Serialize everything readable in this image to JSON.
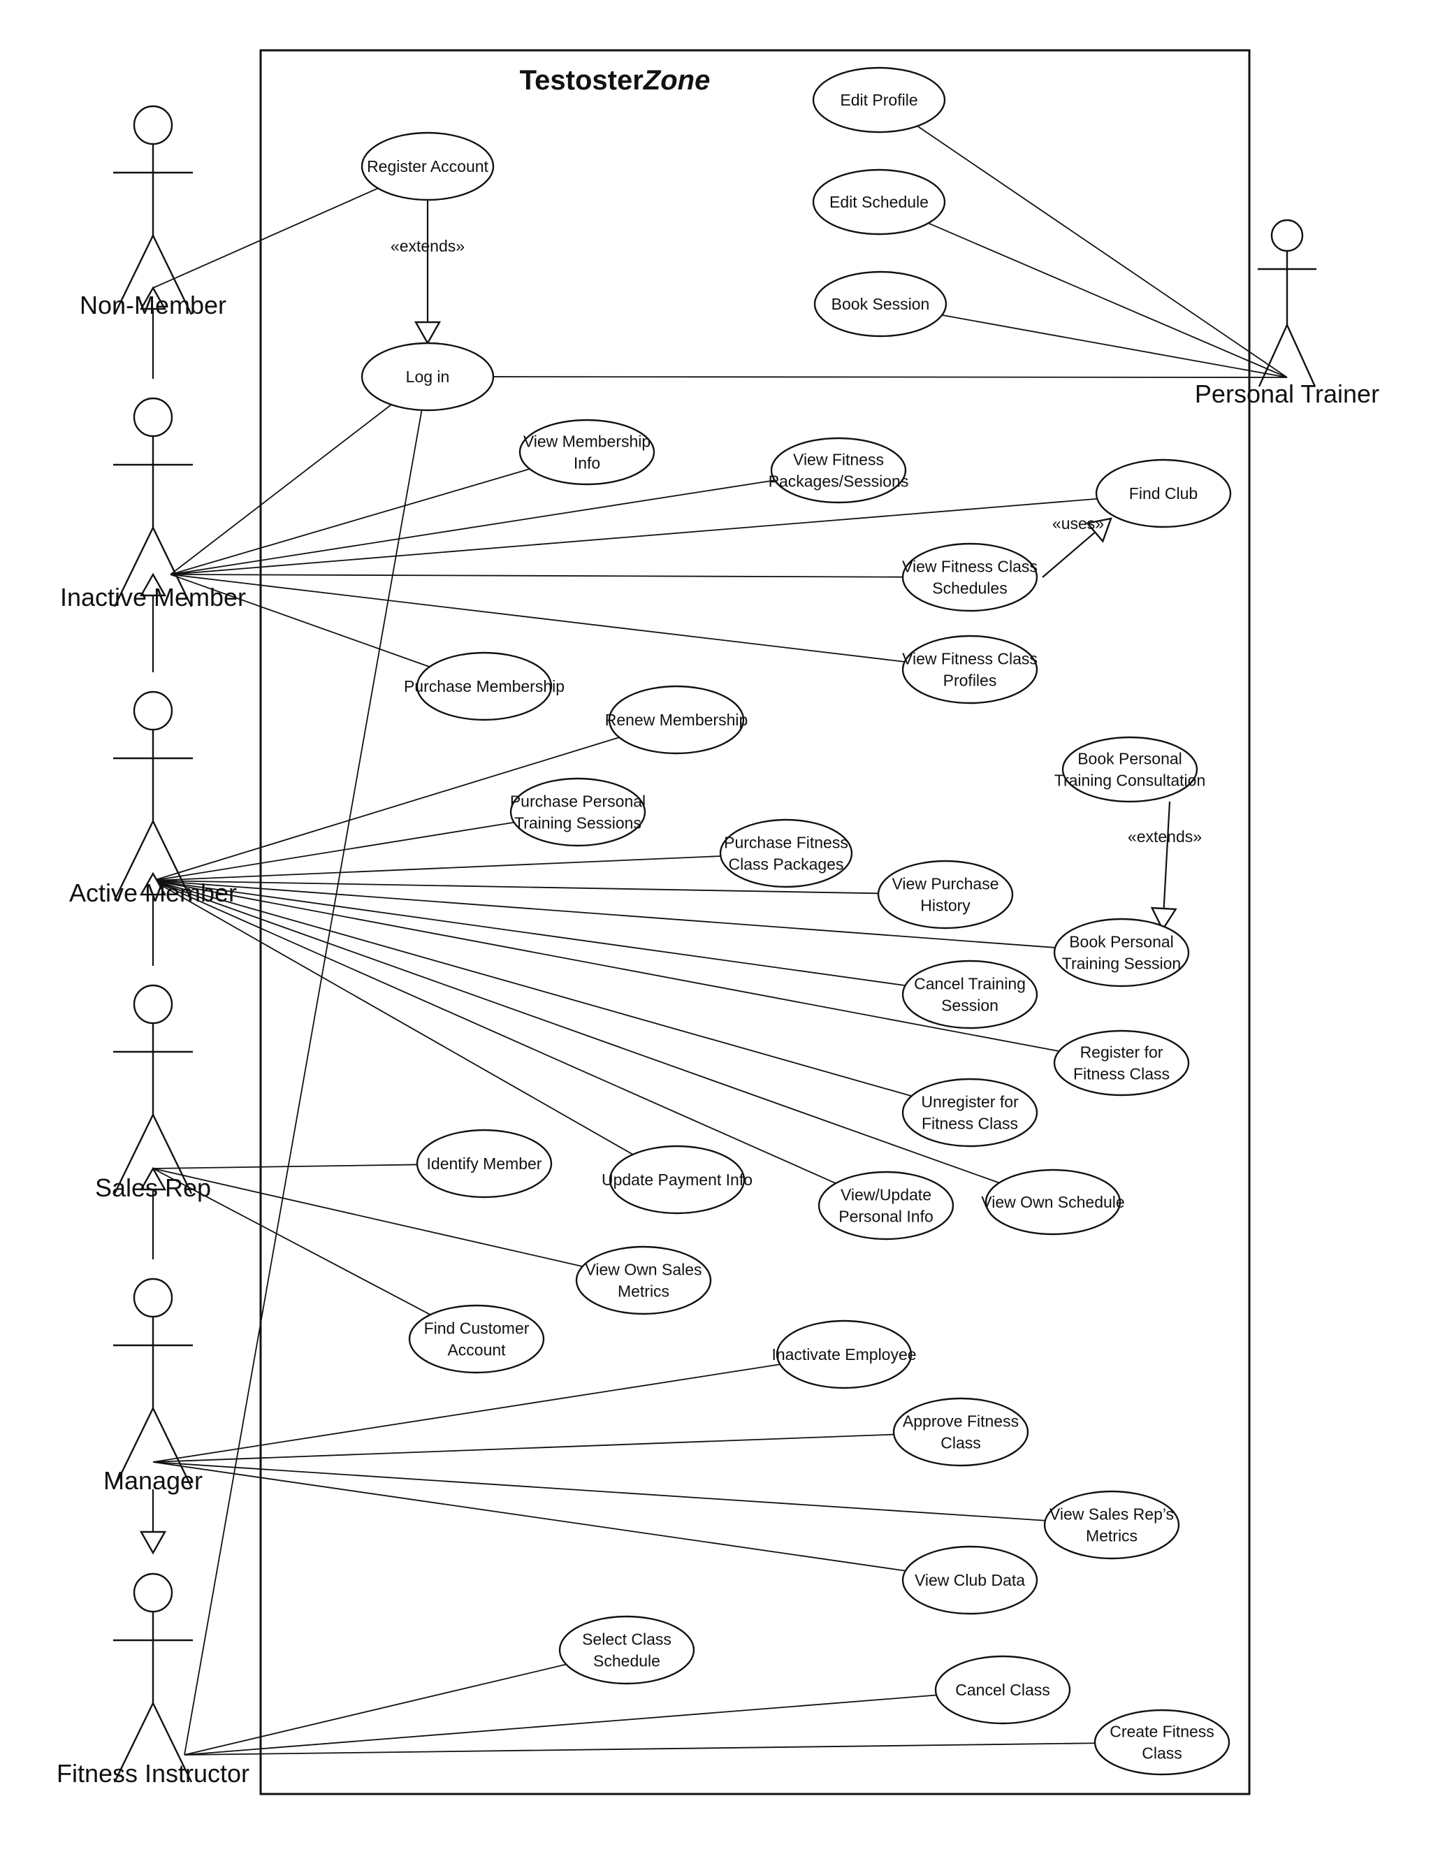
{
  "system": {
    "title_main": "Testoster",
    "title_italic": "Zone"
  },
  "actors": {
    "non_member": "Non-Member",
    "inactive_member": "Inactive Member",
    "active_member": "Active Member",
    "sales_rep": "Sales Rep",
    "manager": "Manager",
    "fitness_instructor": "Fitness Instructor",
    "personal_trainer": "Personal Trainer"
  },
  "stereotypes": {
    "extends": "«extends»",
    "uses": "«uses»"
  },
  "use_cases": {
    "edit_profile": [
      "Edit Profile"
    ],
    "edit_schedule": [
      "Edit Schedule"
    ],
    "book_session": [
      "Book Session"
    ],
    "register_account": [
      "Register Account"
    ],
    "log_in": [
      "Log in"
    ],
    "view_membership_info": [
      "View Membership",
      "Info"
    ],
    "view_fitness_packages": [
      "View Fitness",
      "Packages/Sessions"
    ],
    "find_club": [
      "Find Club"
    ],
    "view_class_schedules": [
      "View Fitness Class",
      "Schedules"
    ],
    "view_class_profiles": [
      "View Fitness Class",
      "Profiles"
    ],
    "purchase_membership": [
      "Purchase Membership"
    ],
    "renew_membership": [
      "Renew Membership"
    ],
    "purchase_pt_sessions": [
      "Purchase Personal",
      "Training Sessions"
    ],
    "purchase_class_packages": [
      "Purchase Fitness",
      "Class Packages"
    ],
    "view_purchase_history": [
      "View Purchase",
      "History"
    ],
    "book_pt_consultation": [
      "Book Personal",
      "Training Consultation"
    ],
    "book_pt_session": [
      "Book Personal",
      "Training Session"
    ],
    "cancel_training_session": [
      "Cancel Training",
      "Session"
    ],
    "register_fitness_class": [
      "Register for",
      "Fitness Class"
    ],
    "unregister_fitness_class": [
      "Unregister for",
      "Fitness Class"
    ],
    "identify_member": [
      "Identify Member"
    ],
    "update_payment_info": [
      "Update Payment Info"
    ],
    "view_update_personal_info": [
      "View/Update",
      "Personal Info"
    ],
    "view_own_schedule": [
      "View Own Schedule"
    ],
    "view_own_sales_metrics": [
      "View Own Sales",
      "Metrics"
    ],
    "find_customer_account": [
      "Find Customer",
      "Account"
    ],
    "inactivate_employee": [
      "Inactivate Employee"
    ],
    "approve_fitness_class": [
      "Approve Fitness",
      "Class"
    ],
    "view_sales_rep_metrics": [
      "View Sales Rep’s",
      "Metrics"
    ],
    "view_club_data": [
      "View Club Data"
    ],
    "select_class_schedule": [
      "Select Class",
      "Schedule"
    ],
    "cancel_class": [
      "Cancel Class"
    ],
    "create_fitness_class": [
      "Create Fitness",
      "Class"
    ]
  }
}
